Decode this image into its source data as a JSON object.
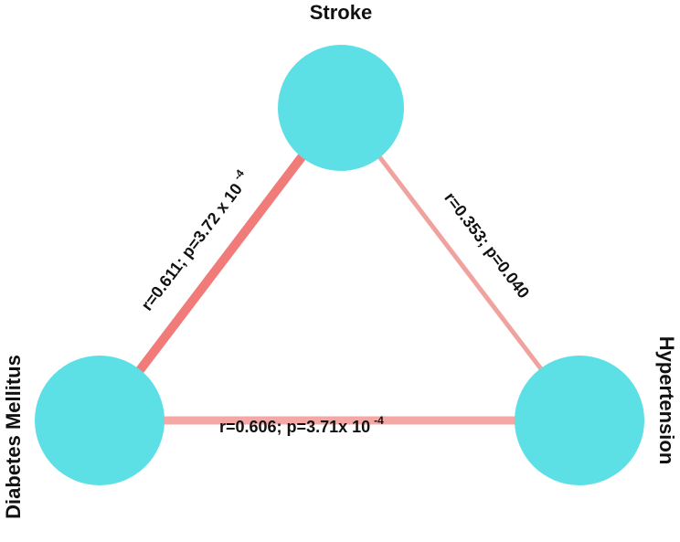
{
  "colors": {
    "node_fill": "#5ce0e6",
    "edge_strong": "#f07b79",
    "edge_medium": "#f4a7a4",
    "edge_weak": "#f0a39e",
    "text": "#111111",
    "background": "#ffffff"
  },
  "nodes": {
    "stroke": {
      "label": "Stroke"
    },
    "diabetes": {
      "label": "Diabetes Mellitus"
    },
    "hypertension": {
      "label": "Hypertension"
    }
  },
  "edges": {
    "stroke_diabetes": {
      "r": 0.611,
      "text": "r=0.611; p=3.72 x 10",
      "exponent": "-4"
    },
    "stroke_hypertension": {
      "r": 0.353,
      "text": "r=0.353; p=0.040"
    },
    "diabetes_hypertension": {
      "r": 0.606,
      "text": "r=0.606; p=3.71x 10",
      "exponent": "-4"
    }
  }
}
